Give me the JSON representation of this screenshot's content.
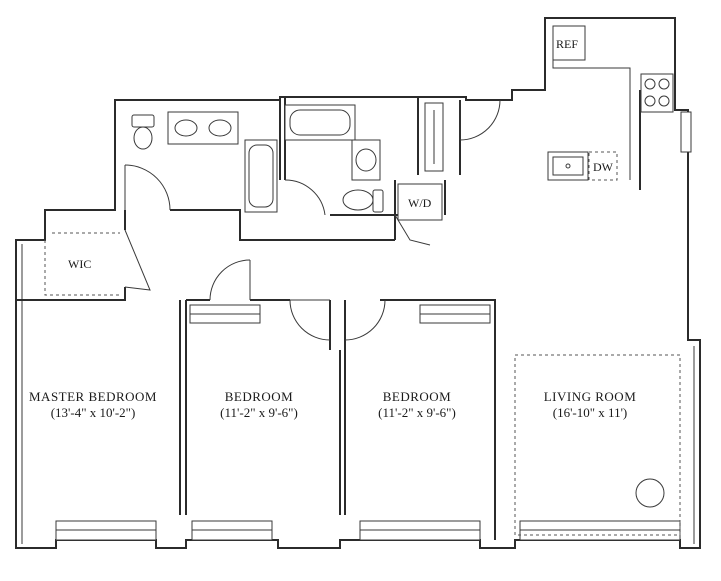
{
  "rooms": {
    "master_bedroom": {
      "name": "MASTER BEDROOM",
      "dims": "(13'-4\" x 10'-2\")"
    },
    "bedroom_1": {
      "name": "BEDROOM",
      "dims": "(11'-2\" x 9'-6\")"
    },
    "bedroom_2": {
      "name": "BEDROOM",
      "dims": "(11'-2\" x 9'-6\")"
    },
    "living_room": {
      "name": "LIVING ROOM",
      "dims": "(16'-10\" x 11')"
    }
  },
  "labels": {
    "wic": "WIC",
    "washer_dryer": "W/D",
    "refrigerator": "REF",
    "dishwasher": "DW"
  }
}
